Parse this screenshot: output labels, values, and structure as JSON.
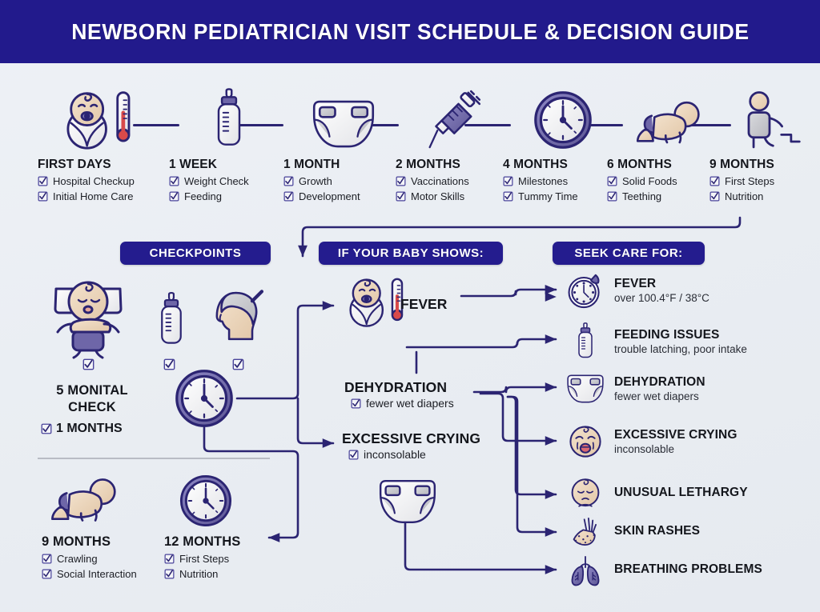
{
  "header": {
    "title": "NEWBORN PEDIATRICIAN VISIT SCHEDULE & DECISION GUIDE"
  },
  "colors": {
    "brand_indigo": "#241c8e",
    "line_indigo": "#2b2472",
    "background": "#eef1f6",
    "text_dark": "#14161c",
    "skin": "#efd9c0",
    "accent_red": "#d94a4a"
  },
  "timeline": {
    "items": [
      {
        "label": "FIRST DAYS",
        "icon": "swaddled-baby-thermometer-icon",
        "checks": [
          "Hospital Checkup",
          "Initial Home Care"
        ]
      },
      {
        "label": "1 WEEK",
        "icon": "baby-bottle-icon",
        "checks": [
          "Weight Check",
          "Feeding"
        ]
      },
      {
        "label": "1 MONTH",
        "icon": "diaper-icon",
        "checks": [
          "Growth",
          "Development"
        ]
      },
      {
        "label": "2 MONTHS",
        "icon": "syringe-icon",
        "checks": [
          "Vaccinations",
          "Motor Skills"
        ]
      },
      {
        "label": "4 MONTHS",
        "icon": "clock-icon",
        "checks": [
          "Milestones",
          "Tummy Time"
        ]
      },
      {
        "label": "6 MONTHS",
        "icon": "crawling-baby-icon",
        "checks": [
          "Solid Foods",
          "Teething"
        ]
      },
      {
        "label": "9 MONTHS",
        "icon": "walking-toddler-icon",
        "checks": [
          "First Steps",
          "Nutrition"
        ]
      }
    ]
  },
  "banners": {
    "checkpoints": "CHECKPOINTS",
    "if_baby_shows": "IF YOUR BABY SHOWS:",
    "seek_care_for": "SEEK CARE FOR:"
  },
  "checkpoints": {
    "icons": [
      {
        "name": "sleeping-baby-icon",
        "checked": true
      },
      {
        "name": "baby-bottle-icon",
        "checked": true
      },
      {
        "name": "head-profile-icon",
        "checked": true
      }
    ],
    "title_line1": "5 MONITAL",
    "title_line2": "CHECK",
    "months_label": "1 MONTHS",
    "clock_icon": "clock-icon",
    "bottom_items": [
      {
        "label": "9 MONTHS",
        "icon": "crawling-baby-icon",
        "checks": [
          "Crawling",
          "Social Interaction"
        ]
      },
      {
        "label": "12 MONTHS",
        "icon": "clock-icon",
        "checks": [
          "First Steps",
          "Nutrition"
        ]
      }
    ]
  },
  "symptoms": {
    "items": [
      {
        "title": "FEVER",
        "sub": "",
        "icon": "swaddled-baby-thermometer-icon"
      },
      {
        "title": "DEHYDRATION",
        "sub": "fewer wet diapers",
        "icon": ""
      },
      {
        "title": "EXCESSIVE CRYING",
        "sub": "inconsolable",
        "icon": ""
      }
    ],
    "diaper_icon": "diaper-icon"
  },
  "seek_care": {
    "items": [
      {
        "title": "FEVER",
        "sub": "over 100.4°F / 38°C",
        "icon": "stopwatch-icon"
      },
      {
        "title": "FEEDING ISSUES",
        "sub": "trouble latching, poor intake",
        "icon": "baby-bottle-icon"
      },
      {
        "title": "DEHYDRATION",
        "sub": "fewer wet diapers",
        "icon": "diaper-icon"
      },
      {
        "title": "EXCESSIVE CRYING",
        "sub": "inconsolable",
        "icon": "crying-baby-icon"
      },
      {
        "title": "UNUSUAL LETHARGY",
        "sub": "",
        "icon": "sleepy-baby-icon"
      },
      {
        "title": "SKIN RASHES",
        "sub": "",
        "icon": "rash-hand-icon"
      },
      {
        "title": "BREATHING PROBLEMS",
        "sub": "",
        "icon": "lungs-icon"
      }
    ]
  }
}
